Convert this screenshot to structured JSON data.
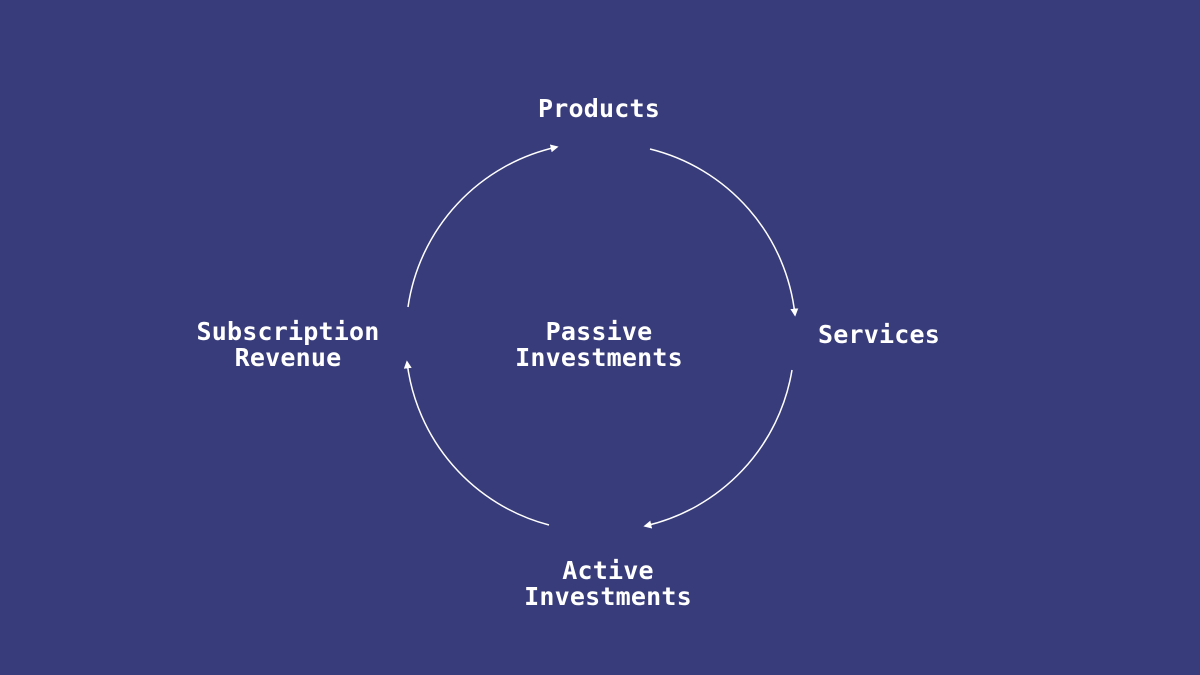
{
  "colors": {
    "background": "#383c7a",
    "foreground": "#ffffff"
  },
  "diagram": {
    "center": {
      "line1": "Passive",
      "line2": "Investments"
    },
    "nodes": {
      "products": {
        "line1": "Products"
      },
      "services": {
        "line1": "Services"
      },
      "active": {
        "line1": "Active",
        "line2": "Investments"
      },
      "subscription": {
        "line1": "Subscription",
        "line2": "Revenue"
      }
    }
  }
}
